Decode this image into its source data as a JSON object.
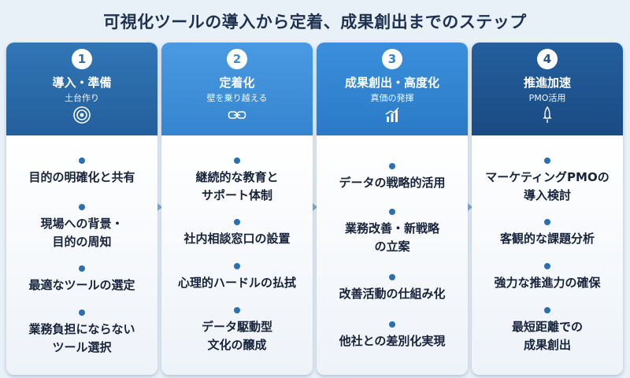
{
  "title": "可視化ツールの導入から定着、成果創出までのステップ",
  "colors": {
    "step1": "#2a6fb0",
    "step2": "#3d8fdb",
    "step3": "#2f83d1",
    "step4": "#1f5591",
    "dot": "#2a6fb0"
  },
  "steps": [
    {
      "number": "1",
      "title": "導入・準備",
      "subtitle": "土台作り",
      "icon": "target-icon",
      "items": [
        "目的の明確化と共有",
        "現場への背景・\n目的の周知",
        "最適なツールの選定",
        "業務負担にならない\nツール選択"
      ]
    },
    {
      "number": "2",
      "title": "定着化",
      "subtitle": "壁を乗り越える",
      "icon": "link-icon",
      "items": [
        "継続的な教育と\nサポート体制",
        "社内相談窓口の設置",
        "心理的ハードルの払拭",
        "データ駆動型\n文化の醸成"
      ]
    },
    {
      "number": "3",
      "title": "成果創出・高度化",
      "subtitle": "真価の発揮",
      "icon": "bar-chart-icon",
      "items": [
        "データの戦略的活用",
        "業務改善・新戦略\nの立案",
        "改善活動の仕組み化",
        "他社との差別化実現"
      ]
    },
    {
      "number": "4",
      "title": "推進加速",
      "subtitle": "PMO活用",
      "icon": "rocket-icon",
      "items": [
        "マーケティングPMOの\n導入検討",
        "客観的な課題分析",
        "強力な推進力の確保",
        "最短距離での\n成果創出"
      ]
    }
  ]
}
